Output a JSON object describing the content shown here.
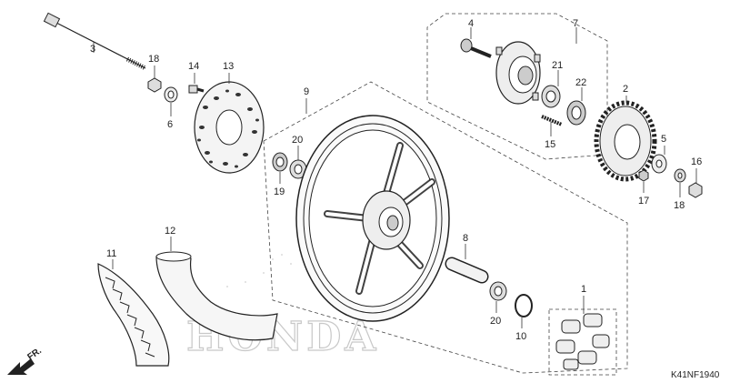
{
  "diagram": {
    "watermark": "HONDA",
    "reference_code": "K41NF1940",
    "direction_label": "FR.",
    "callouts": [
      {
        "id": "c1",
        "label": "1"
      },
      {
        "id": "c2",
        "label": "2"
      },
      {
        "id": "c3",
        "label": "3"
      },
      {
        "id": "c4",
        "label": "4"
      },
      {
        "id": "c5",
        "label": "5"
      },
      {
        "id": "c6",
        "label": "6"
      },
      {
        "id": "c7",
        "label": "7"
      },
      {
        "id": "c8",
        "label": "8"
      },
      {
        "id": "c9",
        "label": "9"
      },
      {
        "id": "c10",
        "label": "10"
      },
      {
        "id": "c11",
        "label": "11"
      },
      {
        "id": "c12",
        "label": "12"
      },
      {
        "id": "c13",
        "label": "13"
      },
      {
        "id": "c14",
        "label": "14"
      },
      {
        "id": "c15",
        "label": "15"
      },
      {
        "id": "c16",
        "label": "16"
      },
      {
        "id": "c17",
        "label": "17"
      },
      {
        "id": "c18a",
        "label": "18"
      },
      {
        "id": "c18b",
        "label": "18"
      },
      {
        "id": "c19",
        "label": "19"
      },
      {
        "id": "c20a",
        "label": "20"
      },
      {
        "id": "c20b",
        "label": "20"
      },
      {
        "id": "c21",
        "label": "21"
      },
      {
        "id": "c22",
        "label": "22"
      }
    ]
  }
}
